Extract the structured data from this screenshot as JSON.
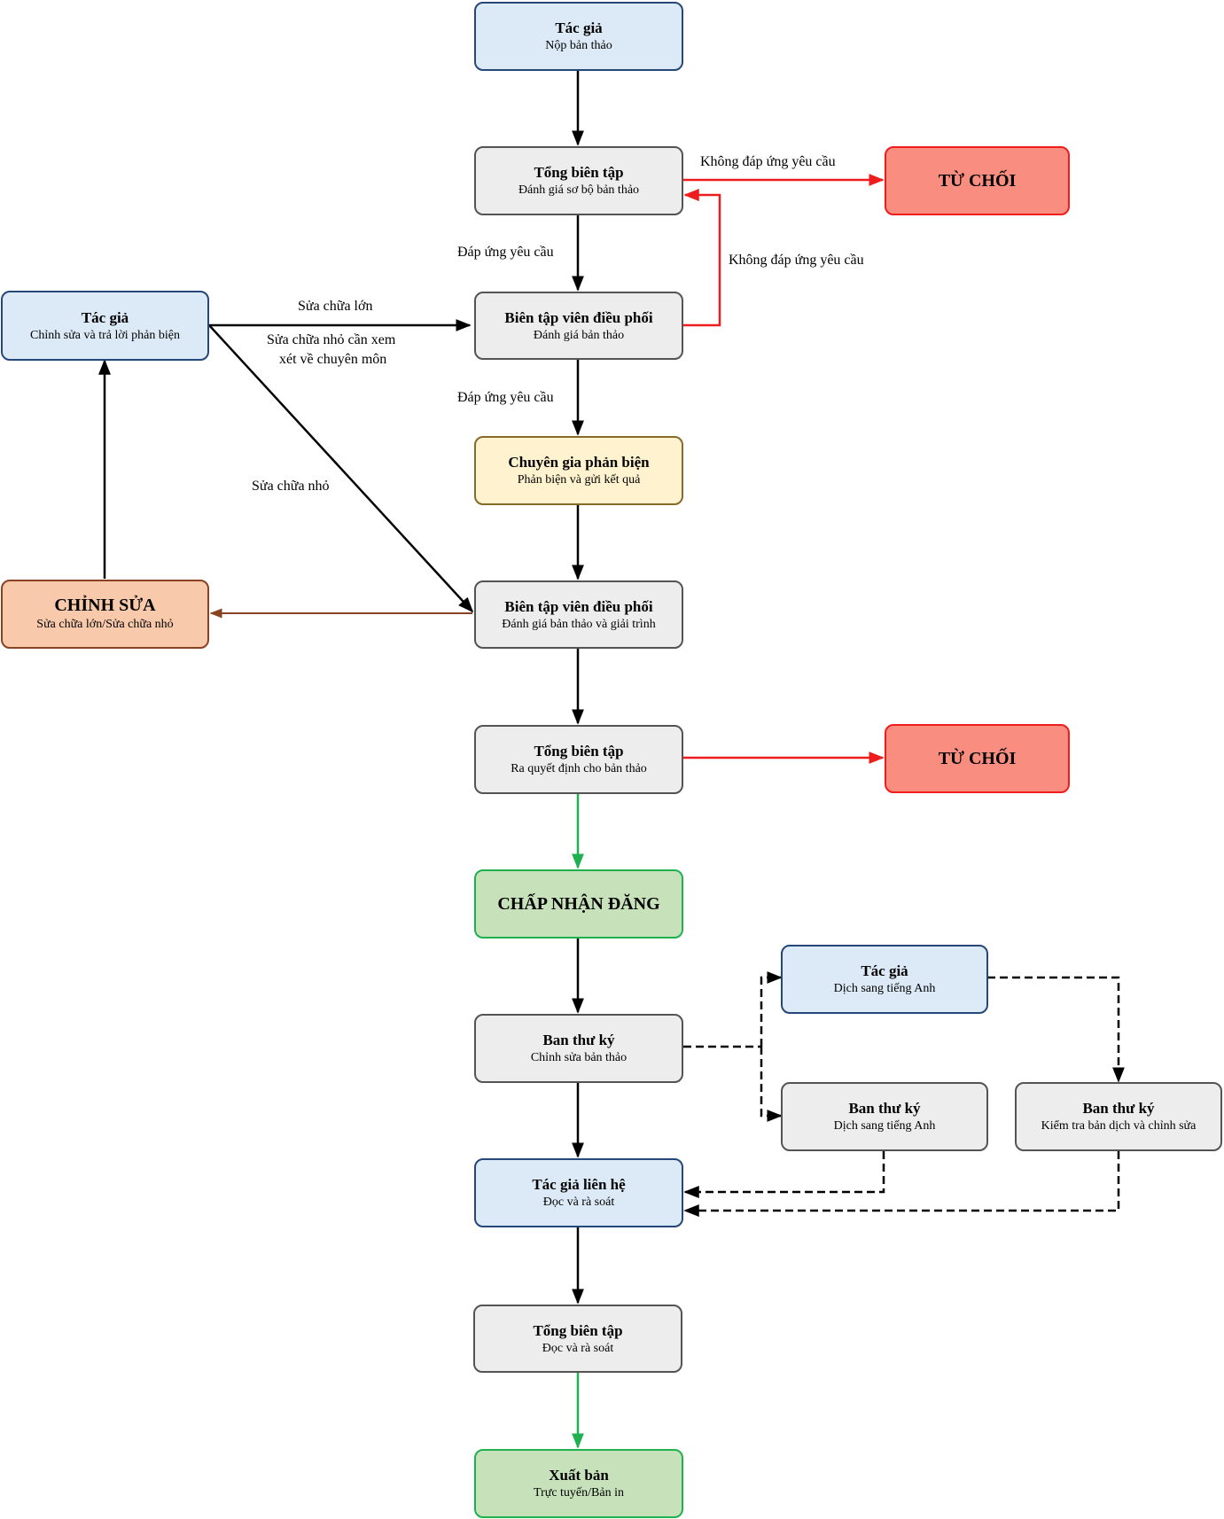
{
  "nodes": {
    "submit": {
      "title": "Tác giả",
      "sub": "Nộp bản thảo"
    },
    "chief1": {
      "title": "Tổng biên tập",
      "sub": "Đánh giá sơ bộ bản thảo"
    },
    "reject1": {
      "title": "TỪ CHỐI"
    },
    "coord1": {
      "title": "Biên tập viên điều phối",
      "sub": "Đánh giá bản thảo"
    },
    "author_revise": {
      "title": "Tác giả",
      "sub": "Chỉnh sửa và trả lời phản biện"
    },
    "reviewer": {
      "title": "Chuyên gia phản biện",
      "sub": "Phản biện và gửi kết quả"
    },
    "revision": {
      "title": "CHỈNH SỬA",
      "sub": "Sửa chữa lớn/Sửa chữa nhỏ"
    },
    "coord2": {
      "title": "Biên tập viên điều phối",
      "sub": "Đánh giá bản thảo và giải trình"
    },
    "chief2": {
      "title": "Tổng biên tập",
      "sub": "Ra quyết định cho bản thảo"
    },
    "reject2": {
      "title": "TỪ CHỐI"
    },
    "accept": {
      "title": "CHẤP NHẬN ĐĂNG"
    },
    "secretary": {
      "title": "Ban thư ký",
      "sub": "Chỉnh sửa bản thảo"
    },
    "author_trans": {
      "title": "Tác giả",
      "sub": "Dịch sang tiếng Anh"
    },
    "sec_trans": {
      "title": "Ban thư ký",
      "sub": "Dịch sang tiếng Anh"
    },
    "sec_check": {
      "title": "Ban thư ký",
      "sub": "Kiểm tra bản dịch và chỉnh sửa"
    },
    "contact": {
      "title": "Tác giả liên hệ",
      "sub": "Đọc và rà soát"
    },
    "chief3": {
      "title": "Tổng biên tập",
      "sub": "Đọc và rà soát"
    },
    "publish": {
      "title": "Xuất bản",
      "sub": "Trực tuyến/Bản in"
    }
  },
  "edge_labels": {
    "not_meet_1": "Không đáp ứng yêu cầu",
    "not_meet_2": "Không đáp ứng yêu cầu",
    "meet_1": "Đáp ứng yêu cầu",
    "meet_2": "Đáp ứng yêu cầu",
    "major": "Sửa chữa lớn",
    "minor_expert_1": "Sửa chữa nhỏ cần xem",
    "minor_expert_2": "xét về chuyên môn",
    "minor": "Sửa chữa nhỏ"
  },
  "colors": {
    "author": "#dce9f6",
    "editor": "#ededed",
    "reviewer": "#fff3cf",
    "revision": "#f8c9aa",
    "reject": "#f98e80",
    "accept": "#c7e2ba",
    "line_red": "#ee1c1c",
    "line_green": "#1fb050",
    "line_brown": "#8a4322"
  }
}
